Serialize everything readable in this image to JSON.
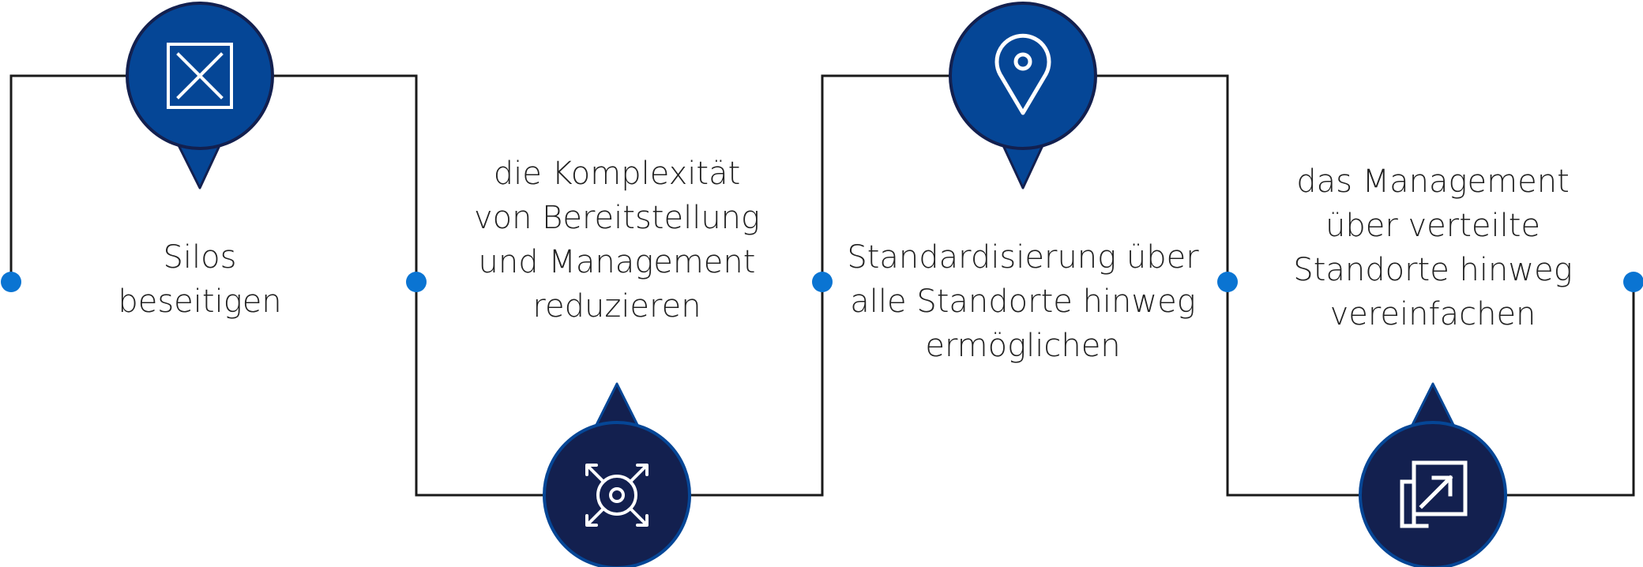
{
  "colors": {
    "line": "#1a1a1a",
    "node_dot": "#0a74d2",
    "pin_top_fill": "#054696",
    "pin_bottom_fill": "#13204f",
    "pin_outline_top": "#13204f",
    "pin_outline_bottom": "#054696",
    "icon_stroke": "#ffffff",
    "text": "#222222"
  },
  "steps": [
    {
      "icon": "box-x-icon",
      "position": "top",
      "lines": [
        "Silos",
        "beseitigen"
      ]
    },
    {
      "icon": "scan-target-icon",
      "position": "bottom",
      "lines": [
        "die Komplexität",
        "von Bereitstellung",
        "und Management",
        "reduzieren"
      ]
    },
    {
      "icon": "map-pin-icon",
      "position": "top",
      "lines": [
        "Standardisierung über",
        "alle Standorte hinweg",
        "ermöglichen"
      ]
    },
    {
      "icon": "expand-arrow-icon",
      "position": "bottom",
      "lines": [
        "das Management",
        "über verteilte",
        "Standorte hinweg",
        "vereinfachen"
      ]
    }
  ]
}
